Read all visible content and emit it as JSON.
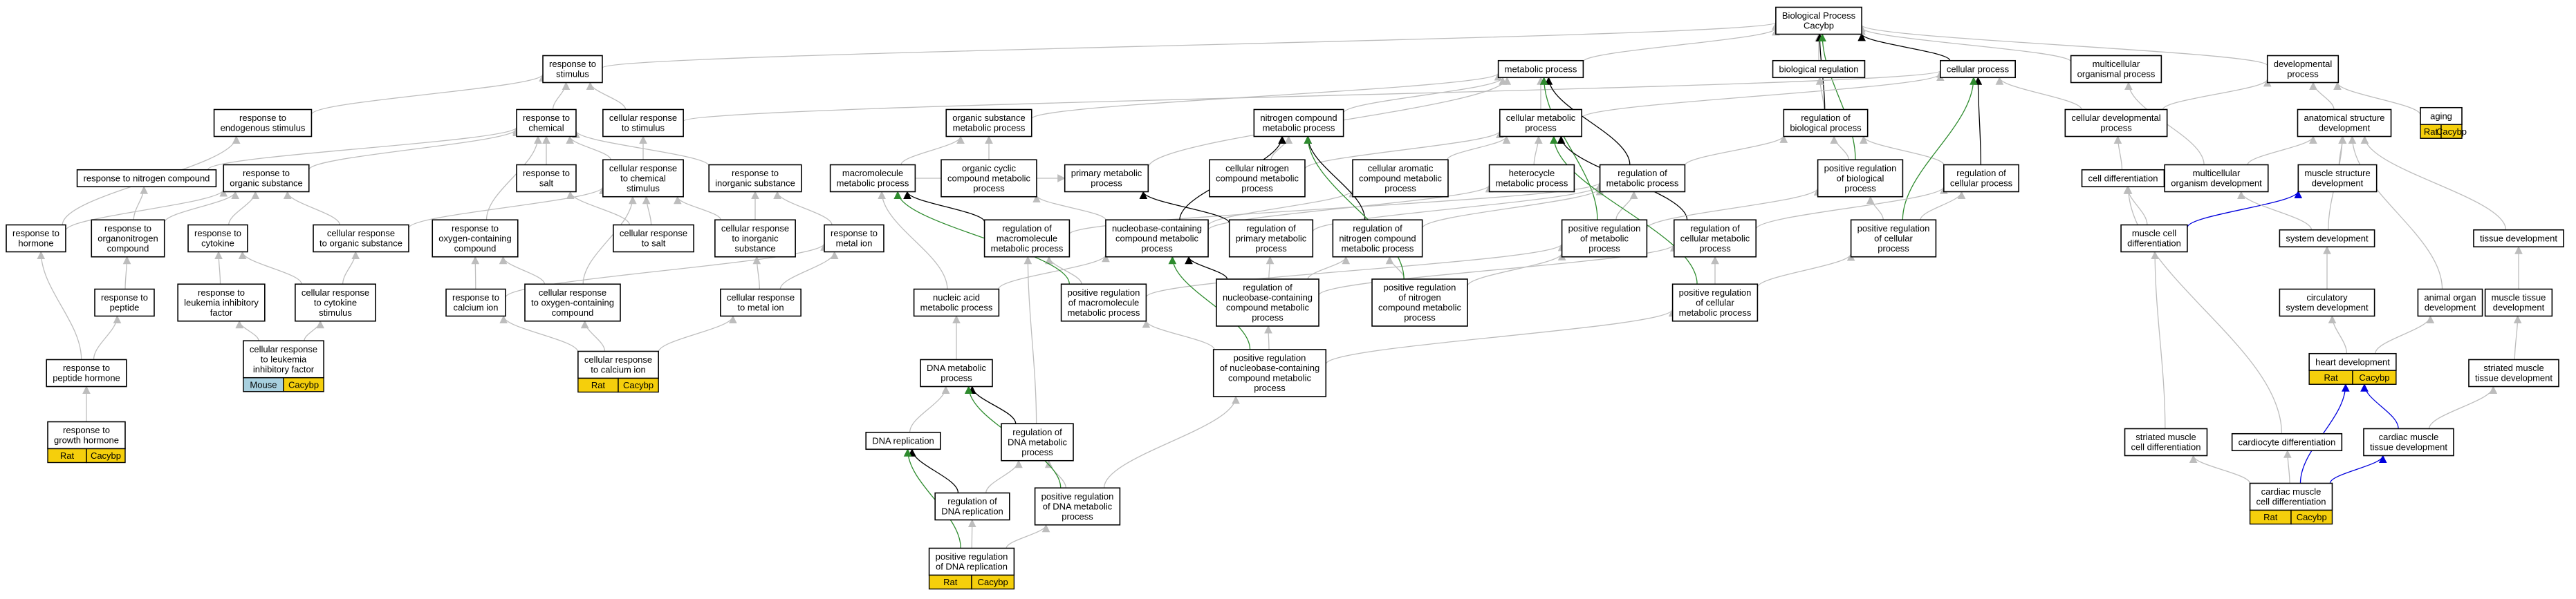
{
  "colors": {
    "gray": "#bdbdbd",
    "black": "#000000",
    "green": "#2e8b2e",
    "blue": "#0000dd",
    "gold": "#f5cf0c",
    "lightblue": "#a8d0df"
  },
  "nodes": [
    {
      "id": "bp",
      "lines": [
        "Biological Process",
        "Cacybp"
      ]
    },
    {
      "id": "rs",
      "lines": [
        "response to",
        "stimulus"
      ]
    },
    {
      "id": "mp",
      "lines": [
        "metabolic process"
      ]
    },
    {
      "id": "breg",
      "lines": [
        "biological regulation"
      ]
    },
    {
      "id": "cp",
      "lines": [
        "cellular process"
      ]
    },
    {
      "id": "mop",
      "lines": [
        "multicellular",
        "organismal process"
      ]
    },
    {
      "id": "dp",
      "lines": [
        "developmental",
        "process"
      ]
    },
    {
      "id": "res",
      "lines": [
        "response to",
        "endogenous stimulus"
      ]
    },
    {
      "id": "rc",
      "lines": [
        "response to",
        "chemical"
      ]
    },
    {
      "id": "crs",
      "lines": [
        "cellular response",
        "to stimulus"
      ]
    },
    {
      "id": "osmp",
      "lines": [
        "organic substance",
        "metabolic process"
      ]
    },
    {
      "id": "ncmp",
      "lines": [
        "nitrogen compound",
        "metabolic process"
      ]
    },
    {
      "id": "cmp",
      "lines": [
        "cellular metabolic",
        "process"
      ]
    },
    {
      "id": "rbp",
      "lines": [
        "regulation of",
        "biological process"
      ]
    },
    {
      "id": "cdp",
      "lines": [
        "cellular developmental",
        "process"
      ]
    },
    {
      "id": "asd",
      "lines": [
        "anatomical structure",
        "development"
      ]
    },
    {
      "id": "aging",
      "lines": [
        "aging"
      ],
      "badges": [
        "Rat",
        "Cacybp"
      ]
    },
    {
      "id": "rnc",
      "lines": [
        "response to nitrogen compound"
      ]
    },
    {
      "id": "ros",
      "lines": [
        "response to",
        "organic substance"
      ]
    },
    {
      "id": "rsalt",
      "lines": [
        "response to",
        "salt"
      ]
    },
    {
      "id": "crcs",
      "lines": [
        "cellular response",
        "to chemical",
        "stimulus"
      ]
    },
    {
      "id": "ris",
      "lines": [
        "response to",
        "inorganic substance"
      ]
    },
    {
      "id": "mmp",
      "lines": [
        "macromolecule",
        "metabolic process"
      ]
    },
    {
      "id": "occmp",
      "lines": [
        "organic cyclic",
        "compound metabolic",
        "process"
      ]
    },
    {
      "id": "pmp",
      "lines": [
        "primary metabolic",
        "process"
      ]
    },
    {
      "id": "cncmp",
      "lines": [
        "cellular nitrogen",
        "compound metabolic",
        "process"
      ]
    },
    {
      "id": "cacmp",
      "lines": [
        "cellular aromatic",
        "compound metabolic",
        "process"
      ]
    },
    {
      "id": "hmp",
      "lines": [
        "heterocycle",
        "metabolic process"
      ]
    },
    {
      "id": "rmp",
      "lines": [
        "regulation of",
        "metabolic process"
      ]
    },
    {
      "id": "prbp",
      "lines": [
        "positive regulation",
        "of biological",
        "process"
      ]
    },
    {
      "id": "rcp",
      "lines": [
        "regulation of",
        "cellular process"
      ]
    },
    {
      "id": "celldiff",
      "lines": [
        "cell differentiation"
      ]
    },
    {
      "id": "mod",
      "lines": [
        "multicellular",
        "organism development"
      ]
    },
    {
      "id": "msd",
      "lines": [
        "muscle structure",
        "development"
      ]
    },
    {
      "id": "rhorm",
      "lines": [
        "response to",
        "hormone"
      ]
    },
    {
      "id": "rono",
      "lines": [
        "response to",
        "organonitrogen",
        "compound"
      ]
    },
    {
      "id": "rcyt",
      "lines": [
        "response to",
        "cytokine"
      ]
    },
    {
      "id": "cros",
      "lines": [
        "cellular response",
        "to organic substance"
      ]
    },
    {
      "id": "roc",
      "lines": [
        "response to",
        "oxygen-containing",
        "compound"
      ]
    },
    {
      "id": "crsalt",
      "lines": [
        "cellular response",
        "to salt"
      ]
    },
    {
      "id": "cris",
      "lines": [
        "cellular response",
        "to inorganic",
        "substance"
      ]
    },
    {
      "id": "rmi",
      "lines": [
        "response to",
        "metal ion"
      ]
    },
    {
      "id": "rmmp",
      "lines": [
        "regulation of",
        "macromolecule",
        "metabolic process"
      ]
    },
    {
      "id": "nbcmp",
      "lines": [
        "nucleobase-containing",
        "compound metabolic",
        "process"
      ]
    },
    {
      "id": "rpmp",
      "lines": [
        "regulation of",
        "primary metabolic",
        "process"
      ]
    },
    {
      "id": "rncmp",
      "lines": [
        "regulation of",
        "nitrogen compound",
        "metabolic process"
      ]
    },
    {
      "id": "prmp",
      "lines": [
        "positive regulation",
        "of metabolic",
        "process"
      ]
    },
    {
      "id": "rcmp",
      "lines": [
        "regulation of",
        "cellular metabolic",
        "process"
      ]
    },
    {
      "id": "prcp",
      "lines": [
        "positive regulation",
        "of cellular",
        "process"
      ]
    },
    {
      "id": "mcd",
      "lines": [
        "muscle cell",
        "differentiation"
      ]
    },
    {
      "id": "sd",
      "lines": [
        "system development"
      ]
    },
    {
      "id": "td",
      "lines": [
        "tissue development"
      ]
    },
    {
      "id": "rpep",
      "lines": [
        "response to",
        "peptide"
      ]
    },
    {
      "id": "rlif",
      "lines": [
        "response to",
        "leukemia inhibitory",
        "factor"
      ]
    },
    {
      "id": "crcyt",
      "lines": [
        "cellular response",
        "to cytokine",
        "stimulus"
      ]
    },
    {
      "id": "rci",
      "lines": [
        "response to",
        "calcium ion"
      ]
    },
    {
      "id": "croc",
      "lines": [
        "cellular response",
        "to oxygen-containing",
        "compound"
      ]
    },
    {
      "id": "crmi",
      "lines": [
        "cellular response",
        "to metal ion"
      ]
    },
    {
      "id": "namp",
      "lines": [
        "nucleic acid",
        "metabolic process"
      ]
    },
    {
      "id": "prmmp",
      "lines": [
        "positive regulation",
        "of macromolecule",
        "metabolic process"
      ]
    },
    {
      "id": "rnbcmp",
      "lines": [
        "regulation of",
        "nucleobase-containing",
        "compound metabolic",
        "process"
      ]
    },
    {
      "id": "prncmp",
      "lines": [
        "positive regulation",
        "of nitrogen",
        "compound metabolic",
        "process"
      ]
    },
    {
      "id": "prcmp",
      "lines": [
        "positive regulation",
        "of cellular",
        "metabolic process"
      ]
    },
    {
      "id": "csd",
      "lines": [
        "circulatory",
        "system development"
      ]
    },
    {
      "id": "aod",
      "lines": [
        "animal organ",
        "development"
      ]
    },
    {
      "id": "mtd",
      "lines": [
        "muscle tissue",
        "development"
      ]
    },
    {
      "id": "rph",
      "lines": [
        "response to",
        "peptide hormone"
      ]
    },
    {
      "id": "crlif",
      "lines": [
        "cellular response",
        "to leukemia",
        "inhibitory factor"
      ],
      "badges": [
        "Mouse",
        "Cacybp"
      ]
    },
    {
      "id": "crci",
      "lines": [
        "cellular response",
        "to calcium ion"
      ],
      "badges": [
        "Rat",
        "Cacybp"
      ]
    },
    {
      "id": "dnamp",
      "lines": [
        "DNA metabolic",
        "process"
      ]
    },
    {
      "id": "prnbcmp",
      "lines": [
        "positive regulation",
        "of nucleobase-containing",
        "compound metabolic",
        "process"
      ]
    },
    {
      "id": "hd",
      "lines": [
        "heart development"
      ],
      "badges": [
        "Rat",
        "Cacybp"
      ]
    },
    {
      "id": "smtd",
      "lines": [
        "striated muscle",
        "tissue development"
      ]
    },
    {
      "id": "rgh",
      "lines": [
        "response to",
        "growth hormone"
      ],
      "badges": [
        "Rat",
        "Cacybp"
      ]
    },
    {
      "id": "dnar",
      "lines": [
        "DNA replication"
      ]
    },
    {
      "id": "rdnamp",
      "lines": [
        "regulation of",
        "DNA metabolic",
        "process"
      ]
    },
    {
      "id": "cmtd",
      "lines": [
        "cardiac muscle",
        "tissue development"
      ]
    },
    {
      "id": "rdnar",
      "lines": [
        "regulation of",
        "DNA replication"
      ]
    },
    {
      "id": "prdnamp",
      "lines": [
        "positive regulation",
        "of DNA metabolic",
        "process"
      ]
    },
    {
      "id": "smcd",
      "lines": [
        "striated muscle",
        "cell differentiation"
      ]
    },
    {
      "id": "cardd",
      "lines": [
        "cardiocyte differentiation"
      ]
    },
    {
      "id": "cmcd",
      "lines": [
        "cardiac muscle",
        "cell differentiation"
      ],
      "badges": [
        "Rat",
        "Cacybp"
      ]
    },
    {
      "id": "prdnar",
      "lines": [
        "positive regulation",
        "of DNA replication"
      ],
      "badges": [
        "Rat",
        "Cacybp"
      ]
    }
  ],
  "edges": [
    [
      "rs",
      "bp",
      "gray"
    ],
    [
      "mp",
      "bp",
      "gray"
    ],
    [
      "breg",
      "bp",
      "gray"
    ],
    [
      "cp",
      "bp",
      "black"
    ],
    [
      "mop",
      "bp",
      "gray"
    ],
    [
      "dp",
      "bp",
      "gray"
    ],
    [
      "rbp",
      "bp",
      "black"
    ],
    [
      "prbp",
      "bp",
      "green"
    ],
    [
      "res",
      "rs",
      "gray"
    ],
    [
      "rc",
      "rs",
      "gray"
    ],
    [
      "crs",
      "rs",
      "gray"
    ],
    [
      "crs",
      "cp",
      "gray"
    ],
    [
      "osmp",
      "mp",
      "gray"
    ],
    [
      "cmp",
      "mp",
      "gray"
    ],
    [
      "cmp",
      "cp",
      "gray"
    ],
    [
      "pmp",
      "mp",
      "gray"
    ],
    [
      "ncmp",
      "mp",
      "gray"
    ],
    [
      "rmp",
      "mp",
      "black"
    ],
    [
      "prmp",
      "mp",
      "green"
    ],
    [
      "rbp",
      "breg",
      "gray"
    ],
    [
      "rcp",
      "rbp",
      "gray"
    ],
    [
      "rcp",
      "cp",
      "black"
    ],
    [
      "prcp",
      "cp",
      "green"
    ],
    [
      "prbp",
      "rbp",
      "gray"
    ],
    [
      "rmp",
      "rbp",
      "gray"
    ],
    [
      "cdp",
      "cp",
      "gray"
    ],
    [
      "cdp",
      "dp",
      "gray"
    ],
    [
      "asd",
      "dp",
      "gray"
    ],
    [
      "aging",
      "dp",
      "gray"
    ],
    [
      "mod",
      "mop",
      "gray"
    ],
    [
      "mod",
      "asd",
      "gray"
    ],
    [
      "msd",
      "asd",
      "gray"
    ],
    [
      "rnc",
      "rc",
      "gray"
    ],
    [
      "ros",
      "rc",
      "gray"
    ],
    [
      "rsalt",
      "rc",
      "gray"
    ],
    [
      "ris",
      "rc",
      "gray"
    ],
    [
      "crcs",
      "rc",
      "gray"
    ],
    [
      "crcs",
      "crs",
      "gray"
    ],
    [
      "rhorm",
      "res",
      "gray"
    ],
    [
      "mmp",
      "osmp",
      "gray"
    ],
    [
      "occmp",
      "osmp",
      "gray"
    ],
    [
      "mmp",
      "pmp",
      "gray"
    ],
    [
      "cncmp",
      "ncmp",
      "gray"
    ],
    [
      "cncmp",
      "cmp",
      "gray"
    ],
    [
      "cacmp",
      "cmp",
      "gray"
    ],
    [
      "hmp",
      "cmp",
      "gray"
    ],
    [
      "rmmp",
      "mmp",
      "black"
    ],
    [
      "rmmp",
      "rmp",
      "gray"
    ],
    [
      "nbcmp",
      "ncmp",
      "black"
    ],
    [
      "nbcmp",
      "occmp",
      "gray"
    ],
    [
      "nbcmp",
      "cacmp",
      "gray"
    ],
    [
      "nbcmp",
      "hmp",
      "gray"
    ],
    [
      "rpmp",
      "pmp",
      "black"
    ],
    [
      "rpmp",
      "rmp",
      "gray"
    ],
    [
      "rncmp",
      "ncmp",
      "black"
    ],
    [
      "rncmp",
      "rmp",
      "gray"
    ],
    [
      "rcmp",
      "cmp",
      "black"
    ],
    [
      "rcmp",
      "rcp",
      "gray"
    ],
    [
      "prmp",
      "rmp",
      "gray"
    ],
    [
      "prmp",
      "prbp",
      "gray"
    ],
    [
      "prcp",
      "rcp",
      "gray"
    ],
    [
      "prcp",
      "prbp",
      "gray"
    ],
    [
      "rono",
      "rnc",
      "gray"
    ],
    [
      "rono",
      "ros",
      "gray"
    ],
    [
      "rhorm",
      "ros",
      "gray"
    ],
    [
      "rcyt",
      "ros",
      "gray"
    ],
    [
      "cros",
      "ros",
      "gray"
    ],
    [
      "cros",
      "crcs",
      "gray"
    ],
    [
      "roc",
      "rc",
      "gray"
    ],
    [
      "crsalt",
      "rsalt",
      "gray"
    ],
    [
      "crsalt",
      "crcs",
      "gray"
    ],
    [
      "cris",
      "ris",
      "gray"
    ],
    [
      "cris",
      "crcs",
      "gray"
    ],
    [
      "rmi",
      "ris",
      "gray"
    ],
    [
      "rpep",
      "rono",
      "gray"
    ],
    [
      "rlif",
      "rcyt",
      "gray"
    ],
    [
      "crcyt",
      "rcyt",
      "gray"
    ],
    [
      "crcyt",
      "cros",
      "gray"
    ],
    [
      "rci",
      "rmi",
      "gray"
    ],
    [
      "rci",
      "roc",
      "gray"
    ],
    [
      "croc",
      "roc",
      "gray"
    ],
    [
      "croc",
      "crcs",
      "gray"
    ],
    [
      "crmi",
      "rmi",
      "gray"
    ],
    [
      "crmi",
      "cris",
      "gray"
    ],
    [
      "namp",
      "nbcmp",
      "gray"
    ],
    [
      "namp",
      "mmp",
      "gray"
    ],
    [
      "prmmp",
      "rmmp",
      "gray"
    ],
    [
      "prmmp",
      "mmp",
      "green"
    ],
    [
      "prmmp",
      "prmp",
      "gray"
    ],
    [
      "rnbcmp",
      "nbcmp",
      "black"
    ],
    [
      "rnbcmp",
      "rpmp",
      "gray"
    ],
    [
      "rnbcmp",
      "rncmp",
      "gray"
    ],
    [
      "rnbcmp",
      "rcmp",
      "gray"
    ],
    [
      "prncmp",
      "rncmp",
      "gray"
    ],
    [
      "prncmp",
      "ncmp",
      "green"
    ],
    [
      "prncmp",
      "prmp",
      "gray"
    ],
    [
      "prcmp",
      "rcmp",
      "gray"
    ],
    [
      "prcmp",
      "cmp",
      "green"
    ],
    [
      "prcmp",
      "prcp",
      "gray"
    ],
    [
      "mcd",
      "celldiff",
      "gray"
    ],
    [
      "mcd",
      "msd",
      "blue"
    ],
    [
      "sd",
      "mod",
      "gray"
    ],
    [
      "sd",
      "asd",
      "gray"
    ],
    [
      "td",
      "asd",
      "gray"
    ],
    [
      "celldiff",
      "cdp",
      "gray"
    ],
    [
      "rph",
      "rpep",
      "gray"
    ],
    [
      "rph",
      "rhorm",
      "gray"
    ],
    [
      "crlif",
      "rlif",
      "gray"
    ],
    [
      "crlif",
      "crcyt",
      "gray"
    ],
    [
      "crci",
      "rci",
      "gray"
    ],
    [
      "crci",
      "crmi",
      "gray"
    ],
    [
      "crci",
      "croc",
      "gray"
    ],
    [
      "dnamp",
      "namp",
      "gray"
    ],
    [
      "prnbcmp",
      "rnbcmp",
      "gray"
    ],
    [
      "prnbcmp",
      "nbcmp",
      "green"
    ],
    [
      "prnbcmp",
      "prmmp",
      "gray"
    ],
    [
      "prnbcmp",
      "prcmp",
      "gray"
    ],
    [
      "csd",
      "sd",
      "gray"
    ],
    [
      "aod",
      "asd",
      "gray"
    ],
    [
      "hd",
      "csd",
      "gray"
    ],
    [
      "hd",
      "aod",
      "gray"
    ],
    [
      "mtd",
      "td",
      "gray"
    ],
    [
      "smtd",
      "mtd",
      "gray"
    ],
    [
      "cmtd",
      "smtd",
      "gray"
    ],
    [
      "cmtd",
      "hd",
      "blue"
    ],
    [
      "rgh",
      "rph",
      "gray"
    ],
    [
      "dnar",
      "dnamp",
      "gray"
    ],
    [
      "rdnamp",
      "dnamp",
      "black"
    ],
    [
      "rdnamp",
      "rmmp",
      "gray"
    ],
    [
      "rdnar",
      "dnar",
      "black"
    ],
    [
      "rdnar",
      "rdnamp",
      "gray"
    ],
    [
      "prdnamp",
      "rdnamp",
      "gray"
    ],
    [
      "prdnamp",
      "dnamp",
      "green"
    ],
    [
      "prdnamp",
      "prnbcmp",
      "gray"
    ],
    [
      "prdnar",
      "dnar",
      "green"
    ],
    [
      "prdnar",
      "rdnar",
      "gray"
    ],
    [
      "prdnar",
      "prdnamp",
      "gray"
    ],
    [
      "smcd",
      "mcd",
      "gray"
    ],
    [
      "cardd",
      "celldiff",
      "gray"
    ],
    [
      "cmcd",
      "smcd",
      "gray"
    ],
    [
      "cmcd",
      "cardd",
      "gray"
    ],
    [
      "cmcd",
      "cmtd",
      "blue"
    ],
    [
      "cmcd",
      "hd",
      "blue"
    ]
  ]
}
